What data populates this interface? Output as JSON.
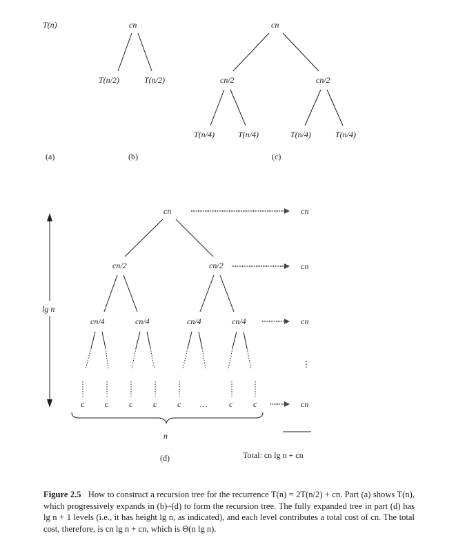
{
  "panel_a": {
    "node": "T(n)",
    "label": "(a)"
  },
  "panel_b": {
    "root": "cn",
    "left": "T(n/2)",
    "right": "T(n/2)",
    "label": "(b)"
  },
  "panel_c": {
    "root": "cn",
    "mid_left": "cn/2",
    "mid_right": "cn/2",
    "leaves": [
      "T(n/4)",
      "T(n/4)",
      "T(n/4)",
      "T(n/4)"
    ],
    "label": "(c)"
  },
  "panel_d": {
    "root": "cn",
    "level1": [
      "cn/2",
      "cn/2"
    ],
    "level2": [
      "cn/4",
      "cn/4",
      "cn/4",
      "cn/4"
    ],
    "leaves": [
      "c",
      "c",
      "c",
      "c",
      "c",
      "…",
      "c",
      "c"
    ],
    "height_label": "lg n",
    "width_label": "n",
    "level_costs": [
      "cn",
      "cn",
      "cn",
      "⋮",
      "cn"
    ],
    "total": "Total: cn lg n + cn",
    "label": "(d)"
  },
  "caption": {
    "title": "Figure 2.5",
    "text": "How to construct a recursion tree for the recurrence T(n) = 2T(n/2) + cn. Part (a) shows T(n), which progressively expands in (b)–(d) to form the recursion tree. The fully expanded tree in part (d) has lg n + 1 levels (i.e., it has height lg n, as indicated), and each level contributes a total cost of cn. The total cost, therefore, is cn lg n + cn, which is Θ(n lg n)."
  }
}
